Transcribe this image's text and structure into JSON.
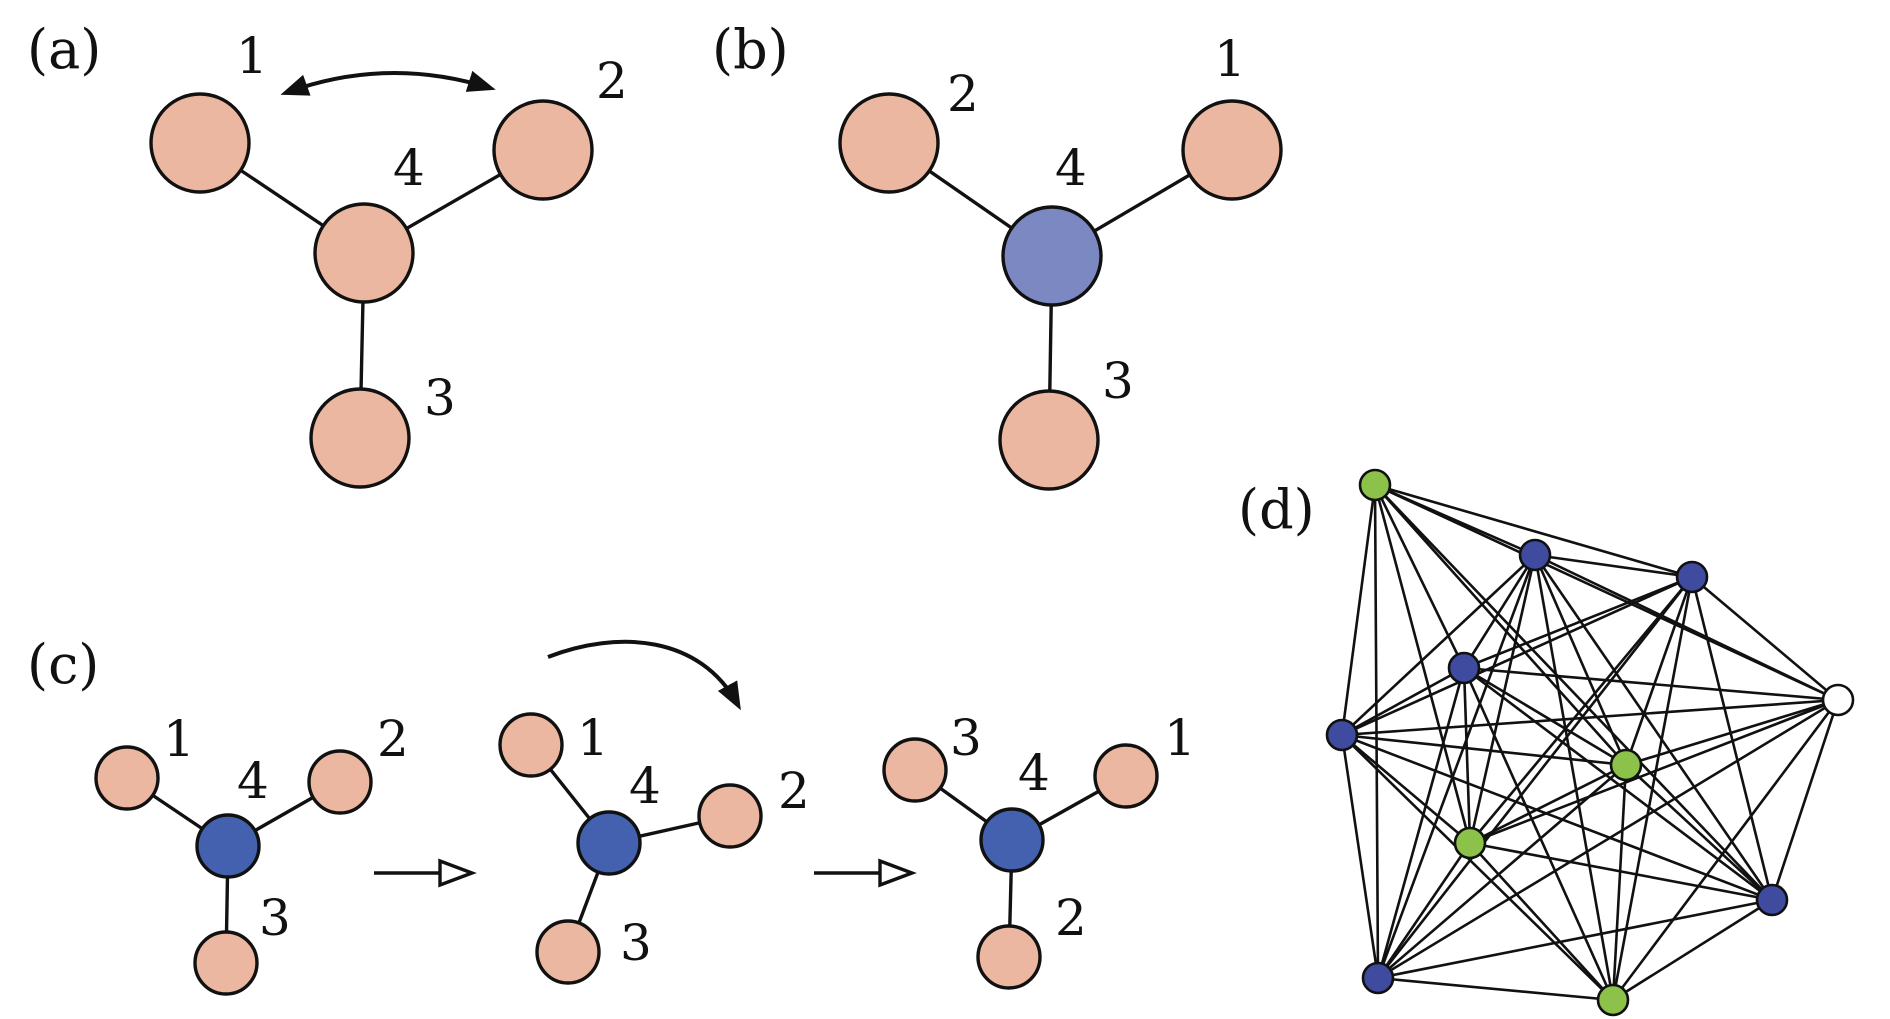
{
  "colors": {
    "peach": "#EBB7A0",
    "lavender_blue": "#7B88C2",
    "blue": "#4361AE",
    "dark_blue": "#3E4B9E",
    "green": "#8CC24A",
    "white": "#FFFFFF",
    "stroke": "#111111"
  },
  "panels": {
    "a": {
      "tag": "(a)",
      "labels": {
        "n1": "1",
        "n2": "2",
        "n3": "3",
        "n4": "4"
      }
    },
    "b": {
      "tag": "(b)",
      "labels": {
        "n1": "1",
        "n2": "2",
        "n3": "3",
        "n4": "4"
      }
    },
    "c": {
      "tag": "(c)",
      "stage1": {
        "n1": "1",
        "n2": "2",
        "n3": "3",
        "n4": "4"
      },
      "stage2": {
        "n1": "1",
        "n2": "2",
        "n3": "3",
        "n4": "4"
      },
      "stage3": {
        "n1": "1",
        "n2": "2",
        "n3": "3",
        "n4": "4"
      }
    },
    "d": {
      "tag": "(d)",
      "node_types": [
        "green",
        "dark_blue",
        "dark_blue",
        "dark_blue",
        "dark_blue",
        "white",
        "green",
        "green",
        "dark_blue",
        "dark_blue",
        "green"
      ]
    }
  }
}
